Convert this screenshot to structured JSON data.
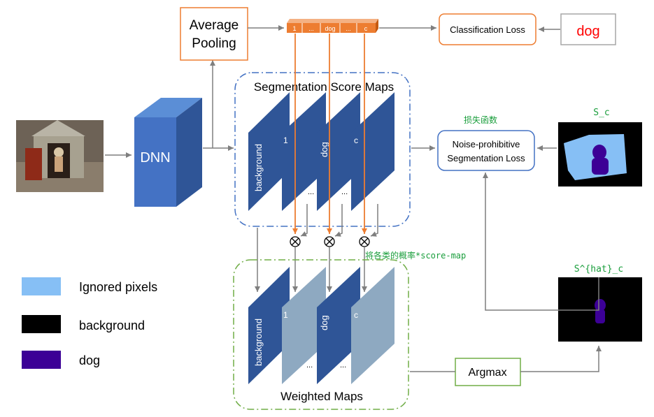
{
  "average_pooling": {
    "line1": "Average",
    "line2": "Pooling"
  },
  "dnn_label": "DNN",
  "vector_cells": [
    "1",
    "...",
    "dog",
    "...",
    "c"
  ],
  "classification_loss": "Classification Loss",
  "dog_label": "dog",
  "score_maps_title": "Segmentation Score Maps",
  "score_map_labels": [
    "background",
    "1",
    "dog",
    "c"
  ],
  "ellipsis": "...",
  "chinese_loss": "损失函数",
  "np_loss": {
    "line1": "Noise-prohibitive",
    "line2": "Segmentation Loss"
  },
  "sc_label": "S_c",
  "annotation": "将各类的概率*score-map",
  "shat_label": "S^{hat}_c",
  "weighted_maps_title": "Weighted Maps",
  "argmax_label": "Argmax",
  "legend": [
    {
      "label": "Ignored pixels",
      "color": "#86bff5"
    },
    {
      "label": "background",
      "color": "#000000"
    },
    {
      "label": "dog",
      "color": "#3c0096"
    }
  ],
  "colors": {
    "orange": "#ed7d31",
    "blue_box": "#4472c4",
    "dnn": "#4472c4",
    "map_dark": "#2f5597",
    "map_light": "#8ea9c1",
    "green": "#70ad47",
    "green_text": "#1a9e3c",
    "red_text": "#ff0000",
    "arrow": "#7f7f7f"
  }
}
